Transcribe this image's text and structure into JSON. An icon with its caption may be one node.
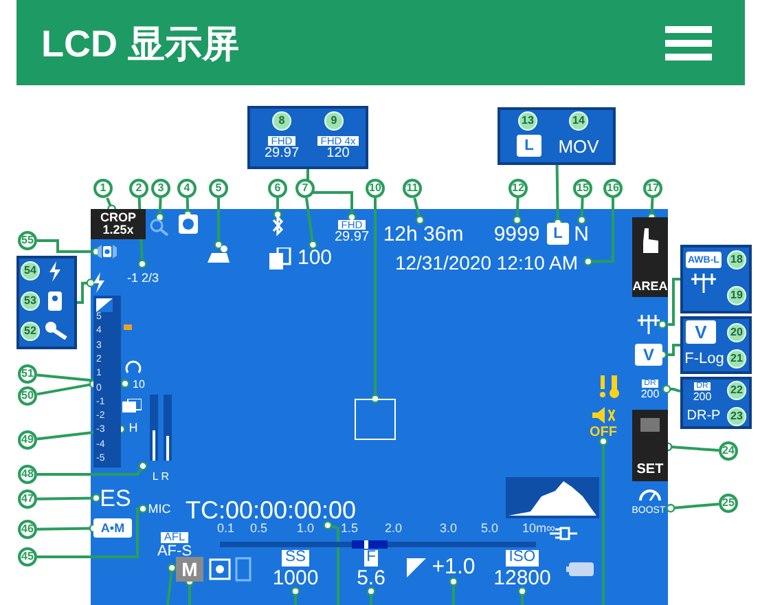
{
  "diagram": {
    "title": "LCD 显示屏",
    "nodes": [
      {
        "text": [],
        "shape": "box"
      },
      {
        "text": [
          "8"
        ],
        "in": 0
      },
      {
        "text": [
          "FHD",
          "29.97"
        ],
        "in": 0
      },
      {
        "text": [
          "9"
        ],
        "in": 0
      },
      {
        "text": [
          "FHD 4x",
          "120"
        ],
        "in": 0
      },
      {
        "text": [],
        "shape": "box"
      },
      {
        "text": [
          "13"
        ],
        "in": 5
      },
      {
        "text": [
          "L"
        ],
        "in": 5
      },
      {
        "text": [
          "14"
        ],
        "in": 5
      },
      {
        "text": [
          "MOV"
        ],
        "in": 5
      },
      {
        "text": [
          "1"
        ]
      },
      {
        "text": [
          "2"
        ]
      },
      {
        "text": [
          "3"
        ]
      },
      {
        "text": [
          "4"
        ]
      },
      {
        "text": [
          "5"
        ]
      },
      {
        "text": [
          "6"
        ]
      },
      {
        "text": [
          "7"
        ]
      },
      {
        "text": [
          "10"
        ]
      },
      {
        "text": [
          "11"
        ]
      },
      {
        "text": [
          "12"
        ]
      },
      {
        "text": [
          "15"
        ]
      },
      {
        "text": [
          "16"
        ]
      },
      {
        "text": [
          "17"
        ]
      },
      {
        "text": [
          "CROP 1.25x"
        ]
      },
      {
        "text": [
          "-1 2/3"
        ]
      },
      {
        "text": [
          "100"
        ]
      },
      {
        "text": [
          "FHD",
          "29.97"
        ]
      },
      {
        "text": [
          "12h 36m"
        ]
      },
      {
        "text": [
          "9999"
        ]
      },
      {
        "text": [
          "L"
        ]
      },
      {
        "text": [
          "N"
        ]
      },
      {
        "text": [
          "12/31/2020 12:10 AM"
        ]
      },
      {
        "text": [
          "AREA"
        ]
      },
      {
        "text": [],
        "shape": "box"
      },
      {
        "text": [
          "AWB-L"
        ],
        "in": 33
      },
      {
        "text": [
          "18"
        ],
        "in": 33
      },
      {
        "text": [
          "19"
        ],
        "in": 33
      },
      {
        "text": [],
        "shape": "box"
      },
      {
        "text": [
          "V"
        ],
        "in": 37
      },
      {
        "text": [
          "20"
        ],
        "in": 37
      },
      {
        "text": [
          "F-Log"
        ],
        "in": 37
      },
      {
        "text": [
          "21"
        ],
        "in": 37
      },
      {
        "text": [],
        "shape": "box"
      },
      {
        "text": [
          "DR",
          "200"
        ],
        "in": 42
      },
      {
        "text": [
          "22"
        ],
        "in": 42
      },
      {
        "text": [
          "DR-P"
        ],
        "in": 42
      },
      {
        "text": [
          "23"
        ],
        "in": 42
      },
      {
        "text": [
          "V"
        ]
      },
      {
        "text": [
          "DR",
          "200"
        ]
      },
      {
        "text": [
          "SET"
        ]
      },
      {
        "text": [
          "24"
        ]
      },
      {
        "text": [
          "BOOST"
        ]
      },
      {
        "text": [
          "25"
        ]
      },
      {
        "text": [
          "OFF"
        ]
      },
      {
        "text": [
          "55"
        ]
      },
      {
        "text": [],
        "shape": "box"
      },
      {
        "text": [
          "54"
        ],
        "in": 55
      },
      {
        "text": [
          "53"
        ],
        "in": 55
      },
      {
        "text": [
          "52"
        ],
        "in": 55
      },
      {
        "text": [],
        "shape": "bar"
      },
      {
        "text": [
          "10"
        ]
      },
      {
        "text": [
          "51"
        ]
      },
      {
        "text": [
          "50"
        ]
      },
      {
        "text": [
          "H"
        ]
      },
      {
        "text": [
          "49"
        ]
      },
      {
        "text": [
          "L R"
        ]
      },
      {
        "text": [
          "48"
        ]
      },
      {
        "text": [
          "ES"
        ]
      },
      {
        "text": [
          "47"
        ]
      },
      {
        "text": [
          "A•M"
        ]
      },
      {
        "text": [
          "46"
        ]
      },
      {
        "text": [
          "MIC"
        ]
      },
      {
        "text": [
          "45"
        ]
      },
      {
        "text": [
          "AFL",
          "AF-S"
        ]
      },
      {
        "text": [
          "TC:00:00:00:00"
        ]
      },
      {
        "text": [
          "M"
        ]
      },
      {
        "text": [
          "SS",
          "1000"
        ]
      },
      {
        "text": [
          "F",
          "5.6"
        ]
      },
      {
        "text": [
          "+1.0"
        ]
      },
      {
        "text": [
          "ISO",
          "12800"
        ]
      },
      {
        "text": [],
        "shape": "icon"
      },
      {
        "text": [],
        "shape": "icon"
      },
      {
        "text": [],
        "shape": "icon"
      },
      {
        "text": [],
        "shape": "icon"
      },
      {
        "text": [],
        "shape": "box"
      },
      {
        "text": [],
        "shape": "icon"
      },
      {
        "text": [],
        "shape": "icon"
      },
      {
        "text": [],
        "shape": "icon"
      }
    ],
    "edges": [
      {
        "from": 0,
        "to": 26,
        "arrow": "other"
      },
      {
        "from": 5,
        "to": 29,
        "arrow": "other"
      },
      {
        "from": 10,
        "to": 23,
        "arrow": "other"
      },
      {
        "from": 11,
        "to": 24,
        "arrow": "other"
      },
      {
        "from": 12,
        "to": 80,
        "arrow": "other"
      },
      {
        "from": 13,
        "to": 81,
        "arrow": "other"
      },
      {
        "from": 14,
        "to": 82,
        "arrow": "other"
      },
      {
        "from": 15,
        "to": 83,
        "arrow": "other"
      },
      {
        "from": 16,
        "to": 25,
        "arrow": "other"
      },
      {
        "from": 17,
        "to": 84,
        "arrow": "other"
      },
      {
        "from": 18,
        "to": 27,
        "arrow": "other"
      },
      {
        "from": 19,
        "to": 28,
        "arrow": "other"
      },
      {
        "from": 20,
        "to": 30,
        "arrow": "other"
      },
      {
        "from": 21,
        "to": 31,
        "arrow": "other"
      },
      {
        "from": 22,
        "to": 32,
        "arrow": "other"
      },
      {
        "from": 33,
        "to": 85,
        "arrow": "other"
      },
      {
        "from": 37,
        "to": 47,
        "arrow": "other"
      },
      {
        "from": 42,
        "to": 48,
        "arrow": "other"
      },
      {
        "from": 50,
        "to": 49,
        "arrow": "other"
      },
      {
        "from": 52,
        "to": 51,
        "arrow": "other"
      },
      {
        "from": 54,
        "to": 86,
        "arrow": "other"
      },
      {
        "from": 55,
        "to": 87,
        "arrow": "other"
      },
      {
        "from": 61,
        "to": 60,
        "arrow": "other"
      },
      {
        "from": 62,
        "to": 59,
        "arrow": "other"
      },
      {
        "from": 64,
        "to": 63,
        "arrow": "other"
      },
      {
        "from": 66,
        "to": 65,
        "arrow": "other"
      },
      {
        "from": 68,
        "to": 67,
        "arrow": "other"
      },
      {
        "from": 70,
        "to": 69,
        "arrow": "other"
      },
      {
        "from": 72,
        "to": 71,
        "arrow": "other"
      },
      {
        "from": null,
        "to": 73,
        "arrow": "other"
      },
      {
        "from": null,
        "to": 75,
        "arrow": "other"
      },
      {
        "from": null,
        "to": 76,
        "arrow": "other"
      },
      {
        "from": null,
        "to": 74,
        "arrow": "other"
      },
      {
        "from": null,
        "to": 77,
        "arrow": "other"
      },
      {
        "from": null,
        "to": 78,
        "arrow": "other"
      },
      {
        "from": null,
        "to": 79,
        "arrow": "other"
      },
      {
        "from": null,
        "to": 53,
        "arrow": "other"
      }
    ],
    "labels": [
      "5",
      "4",
      "3",
      "2",
      "1",
      "0",
      "-1",
      "-2",
      "-3",
      "-4",
      "-5",
      "0.1",
      "0.5",
      "1.0",
      "1.5",
      "2.0",
      "3.0",
      "5.0",
      "10m∞"
    ]
  }
}
